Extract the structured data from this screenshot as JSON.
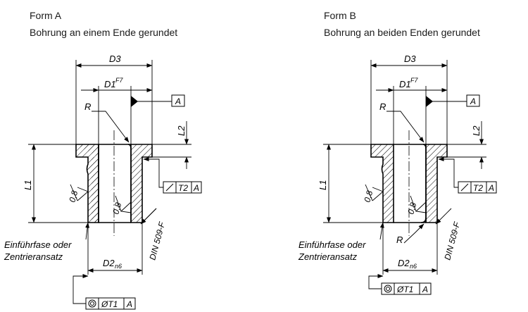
{
  "form_a": {
    "title": "Form A",
    "subtitle": "Bohrung an einem Ende gerundet",
    "dim_d3": "D3",
    "dim_d1": "D1",
    "dim_d1_tol": "F7",
    "radius_label": "R",
    "datum_label": "A",
    "dim_l2": "L2",
    "dim_l1": "L1",
    "roughness_outer": "0,8",
    "roughness_inner": "0,8",
    "runout_tol": "T2",
    "runout_datum": "A",
    "chamfer_note_line1": "Einführfase oder",
    "chamfer_note_line2": "Zentrieransatz",
    "dim_d2": "D2",
    "dim_d2_tol": "n6",
    "din_note": "DIN 509-F",
    "concentricity_tol": "ØT1",
    "concentricity_datum": "A"
  },
  "form_b": {
    "title": "Form B",
    "subtitle": "Bohrung an beiden Enden gerundet",
    "dim_d3": "D3",
    "dim_d1": "D1",
    "dim_d1_tol": "F7",
    "radius_label": "R",
    "radius_label_bottom": "R",
    "datum_label": "A",
    "dim_l2": "L2",
    "dim_l1": "L1",
    "roughness_outer": "0,8",
    "roughness_inner": "0,8",
    "runout_tol": "T2",
    "runout_datum": "A",
    "chamfer_note_line1": "Einführfase oder",
    "chamfer_note_line2": "Zentrieransatz",
    "dim_d2": "D2",
    "dim_d2_tol": "n6",
    "din_note": "DIN 509-F",
    "concentricity_tol": "ØT1",
    "concentricity_datum": "A"
  }
}
